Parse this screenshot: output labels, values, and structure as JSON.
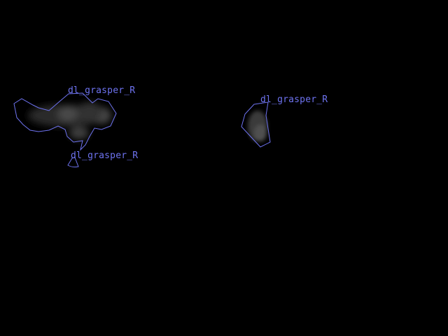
{
  "scene": {
    "background_color": "#000000",
    "outline_color": "#6e73f0",
    "blob_color": "#3a3a3a",
    "annotations": [
      {
        "label": "dl_grasper_R"
      },
      {
        "label": "dl_grasper_R"
      },
      {
        "label": "dl_grasper_R"
      }
    ]
  }
}
